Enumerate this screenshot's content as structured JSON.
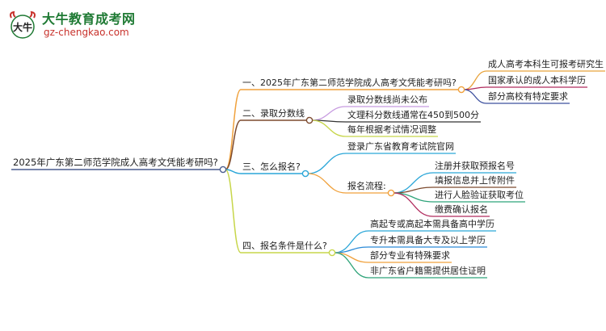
{
  "logo": {
    "mark_text": "大牛",
    "title": "大牛教育成考网",
    "url": "gz-chengkao.com"
  },
  "mindmap": {
    "root": "2025年广东第二师范学院成人高考文凭能考研吗?",
    "branches": [
      {
        "label": "一、2025年广东第二师范学院成人高考文凭能考研吗?",
        "color": "#f0a13c",
        "children": [
          {
            "label": "成人高考本科生可报考研究生",
            "color": "#e8a33c"
          },
          {
            "label": "国家承认的成人本科学历",
            "color": "#b02b5d"
          },
          {
            "label": "部分高校有特定要求",
            "color": "#3c4f9e"
          }
        ]
      },
      {
        "label": "二、录取分数线",
        "color": "#7d4a2e",
        "children": [
          {
            "label": "录取分数线尚未公布",
            "color": "#c79be0"
          },
          {
            "label": "文理科分数线通常在450到500分",
            "color": "#333333"
          },
          {
            "label": "每年根据考试情况调整",
            "color": "#c7d64a"
          }
        ]
      },
      {
        "label": "三、怎么报名?",
        "color": "#2aa6d8",
        "children": [
          {
            "label": "登录广东省教育考试院官网",
            "color": "#2aa6d8"
          },
          {
            "label": "报名流程:",
            "color": "#f0a13c",
            "children": [
              {
                "label": "注册并获取预报名号",
                "color": "#2aa6d8"
              },
              {
                "label": "填报信息并上传附件",
                "color": "#7d4a2e"
              },
              {
                "label": "进行人脸验证获取考位",
                "color": "#2fa47a"
              },
              {
                "label": "缴费确认报名",
                "color": "#b02b5d"
              }
            ]
          }
        ]
      },
      {
        "label": "四、报名条件是什么?",
        "color": "#c7d64a",
        "children": [
          {
            "label": "高起专或高起本需具备高中学历",
            "color": "#2aa6d8"
          },
          {
            "label": "专升本需具备大专及以上学历",
            "color": "#2a8ad8"
          },
          {
            "label": "部分专业有特殊要求",
            "color": "#f0a13c"
          },
          {
            "label": "非广东省户籍需提供居住证明",
            "color": "#2fa47a"
          }
        ]
      }
    ]
  }
}
